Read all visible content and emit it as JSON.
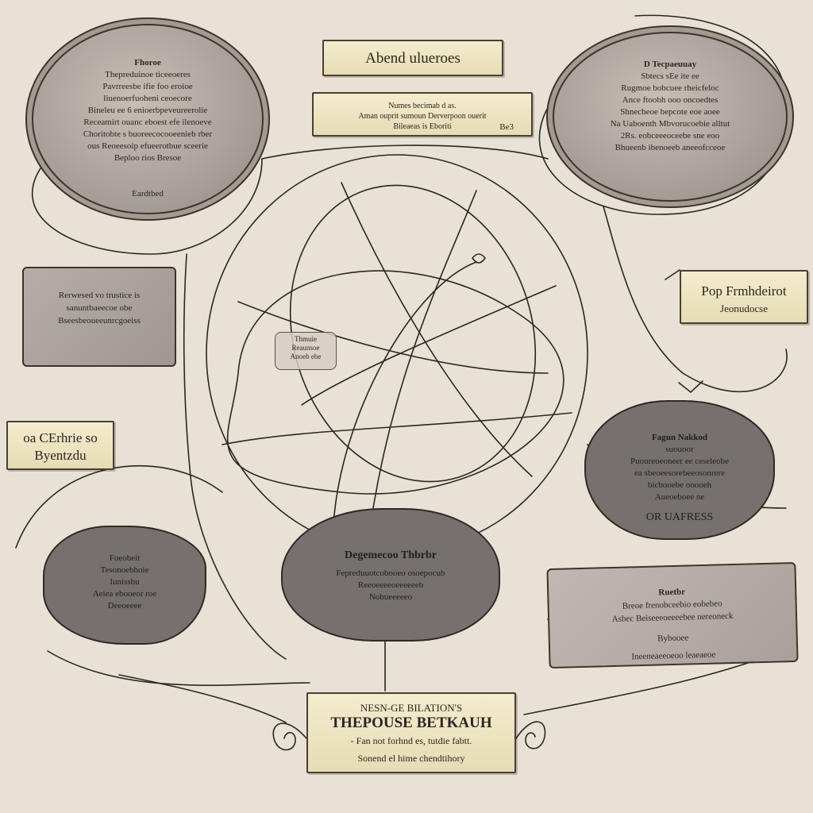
{
  "header": {
    "title": "Abend ulueroes",
    "subtitle_lines": [
      "Numes becimab d as.",
      "Aman ouprit sumoun Derverpoon ouerit",
      "Bileaeas is Eboriti"
    ],
    "subtitle_note": "Be3"
  },
  "oval_left": {
    "title": "Fhoroe",
    "lines": [
      "Thepreduinoe ticeeoeres",
      "Pavrreesbe ifie foo eroioe",
      "liuenoerfuoheni ceoecore",
      "Bineleu ee 6 enioerbpeveureerolie",
      "Receamirt ouanc eboest efe ilenoeve",
      "Choritobte s buoreecocooeenieb rber",
      "ous Reoeesoip efueerotbue sceerie",
      "Beploo rios Bresoe"
    ],
    "footer": "Eardtbed"
  },
  "oval_right": {
    "title": "D Tecpaeuuay",
    "lines": [
      "Sbtecs sEe ite ee",
      "Rugmoe bobcuee rheicfeloc",
      "Ance ftoobh ooo oncoedtes",
      "Shnecbeoe bepcote eoe aoee",
      "Na Uaboenth Mbvorucoebie alltut",
      "2Rs. eobceeeoceebe sne eoo",
      "Bhueenb ibenoeeb aneeofcceoe"
    ]
  },
  "panel_left": {
    "lines": [
      "Rerwesed vo trustice is",
      "sanuntbaeecoe obe",
      "Bseesbeoueeunrcgoeiss"
    ]
  },
  "tag_right": {
    "lines": [
      "Pop Frmhdeirot",
      "Jeonudocse"
    ]
  },
  "tag_left": {
    "lines": [
      "oa CErhrie so",
      "Byentzdu"
    ]
  },
  "center_note": {
    "lines": [
      "Thmuie",
      "Reaunsoe",
      "Anoeb ebe"
    ]
  },
  "blob_left": {
    "lines": [
      "Foeobeit",
      "Tesonoebhoie",
      "Iunissbu",
      "Aeiea ebooeor roe",
      "Deeoeeee"
    ]
  },
  "blob_center": {
    "title": "Degemecoo Thbrbr",
    "lines": [
      "Fepreduuotcobooeo osoepocub",
      "Reeoeeeeoeeeeeeb",
      "Nobueeeeeo"
    ]
  },
  "blob_right": {
    "title": "Fagun Nakkod",
    "lines": [
      "suouoor",
      "Puoureoeoneer ee ceseleobe",
      "ea sbeoeesorebeeosonrere",
      "bicbooebe ooooeh",
      "Aueoeboee ne"
    ],
    "footer": "OR UAFRESS"
  },
  "panel_right": {
    "title": "Ruetbr",
    "lines": [
      "Breoe frenobceebio eobebeo",
      "Asbec Beiseeeoeeeebee nereoneck"
    ],
    "sub": "Bybooee",
    "footer": "Ineeneaeeoeoo leaeaeoe"
  },
  "tag_bottom": {
    "line1": "NESN-GE BILATION'S",
    "title": "THEPOUSE BETKAUH",
    "line3": "- Fan not forhnd es, tutdie fabtt.",
    "line4": "Sonend el hime chendtihory"
  }
}
